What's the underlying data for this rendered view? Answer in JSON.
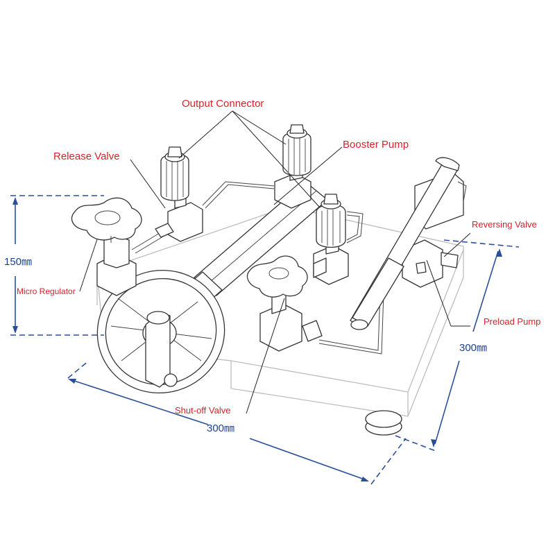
{
  "labels": {
    "output_connector": "Output Connector",
    "booster_pump": "Booster Pump",
    "release_valve": "Release Valve",
    "reversing_valve": "Reversing Valve",
    "micro_regulator": "Micro Regulator",
    "preload_pump": "Preload Pump",
    "shutoff_valve": "Shut-off Valve"
  },
  "dimensions": {
    "height": "150㎜",
    "depth": "300㎜",
    "width": "300㎜"
  },
  "colors": {
    "label_text": "#d8212a",
    "dimension_text": "#1d3f8a",
    "line_art": "#333333"
  }
}
